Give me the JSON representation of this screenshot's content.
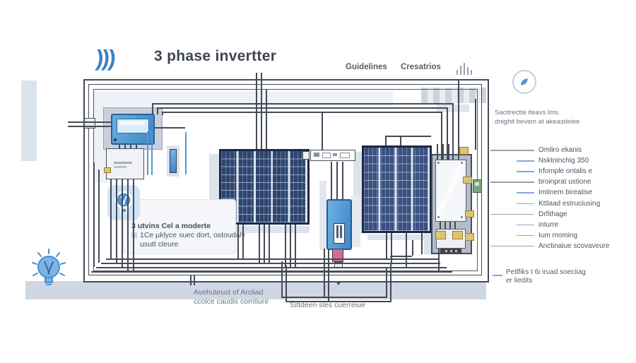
{
  "header": {
    "title": "3 phase invertter",
    "nav_items": [
      {
        "label": "Guidelines"
      },
      {
        "label": "Cresatrios"
      }
    ]
  },
  "right_panel": {
    "note": {
      "line1": "Sacitrectte iteavs lms.",
      "line2": "dnighit bevem at akeastieiee"
    },
    "labels": [
      {
        "text": "Omliro ekanis",
        "connector": "long"
      },
      {
        "text": "Nsktninchig 350",
        "connector": "short"
      },
      {
        "text": "Irfomple ontalis e",
        "connector": "short"
      },
      {
        "text": "broinprat ustione",
        "connector": "long"
      },
      {
        "text": "Imtinem bireatise",
        "connector": "short"
      },
      {
        "text": "Kttlaad estruciusing",
        "connector": "short"
      },
      {
        "text": "Drfithage",
        "connector": "long"
      },
      {
        "text": "inturre",
        "connector": "short"
      },
      {
        "text": "Ium moming",
        "connector": "short"
      },
      {
        "text": "Anctinaiue scovaveure",
        "connector": "long"
      }
    ],
    "footnote": {
      "line1": "Petlfiks t 6i iruad soeciiag",
      "line2": "er liedits"
    }
  },
  "info_box": {
    "line1": "3 utvins Cel a moderte",
    "line2": "1Ce µklyce suec dort, ostoudaly",
    "line3": "usutt cleure"
  },
  "bottom_notes": {
    "note1": {
      "line1": "Avehuteust of Arcliad",
      "line2": "ccolce caudis comtiure"
    },
    "note2": {
      "line1": "Sittdeen sles cuerreiue"
    }
  },
  "icons": {
    "wave": "signal-waves-icon",
    "equalizer": "equalizer-bars-icon",
    "circle_badge": "leaf-circle-icon",
    "lightbulb": "lightbulb-icon",
    "info_badge": "lightbulb-badge-icon"
  },
  "colors": {
    "accent_blue": "#4a97d2",
    "wire": "#454a56",
    "panel_navy": "#2e4570",
    "panel_navy_light": "#3a5180",
    "shadow": "#dde3ec",
    "leader_blue": "#7fa9d9",
    "connector_yellow": "#ddc470",
    "connector_pink": "#cf6e93",
    "connector_green": "#7aa57a"
  }
}
